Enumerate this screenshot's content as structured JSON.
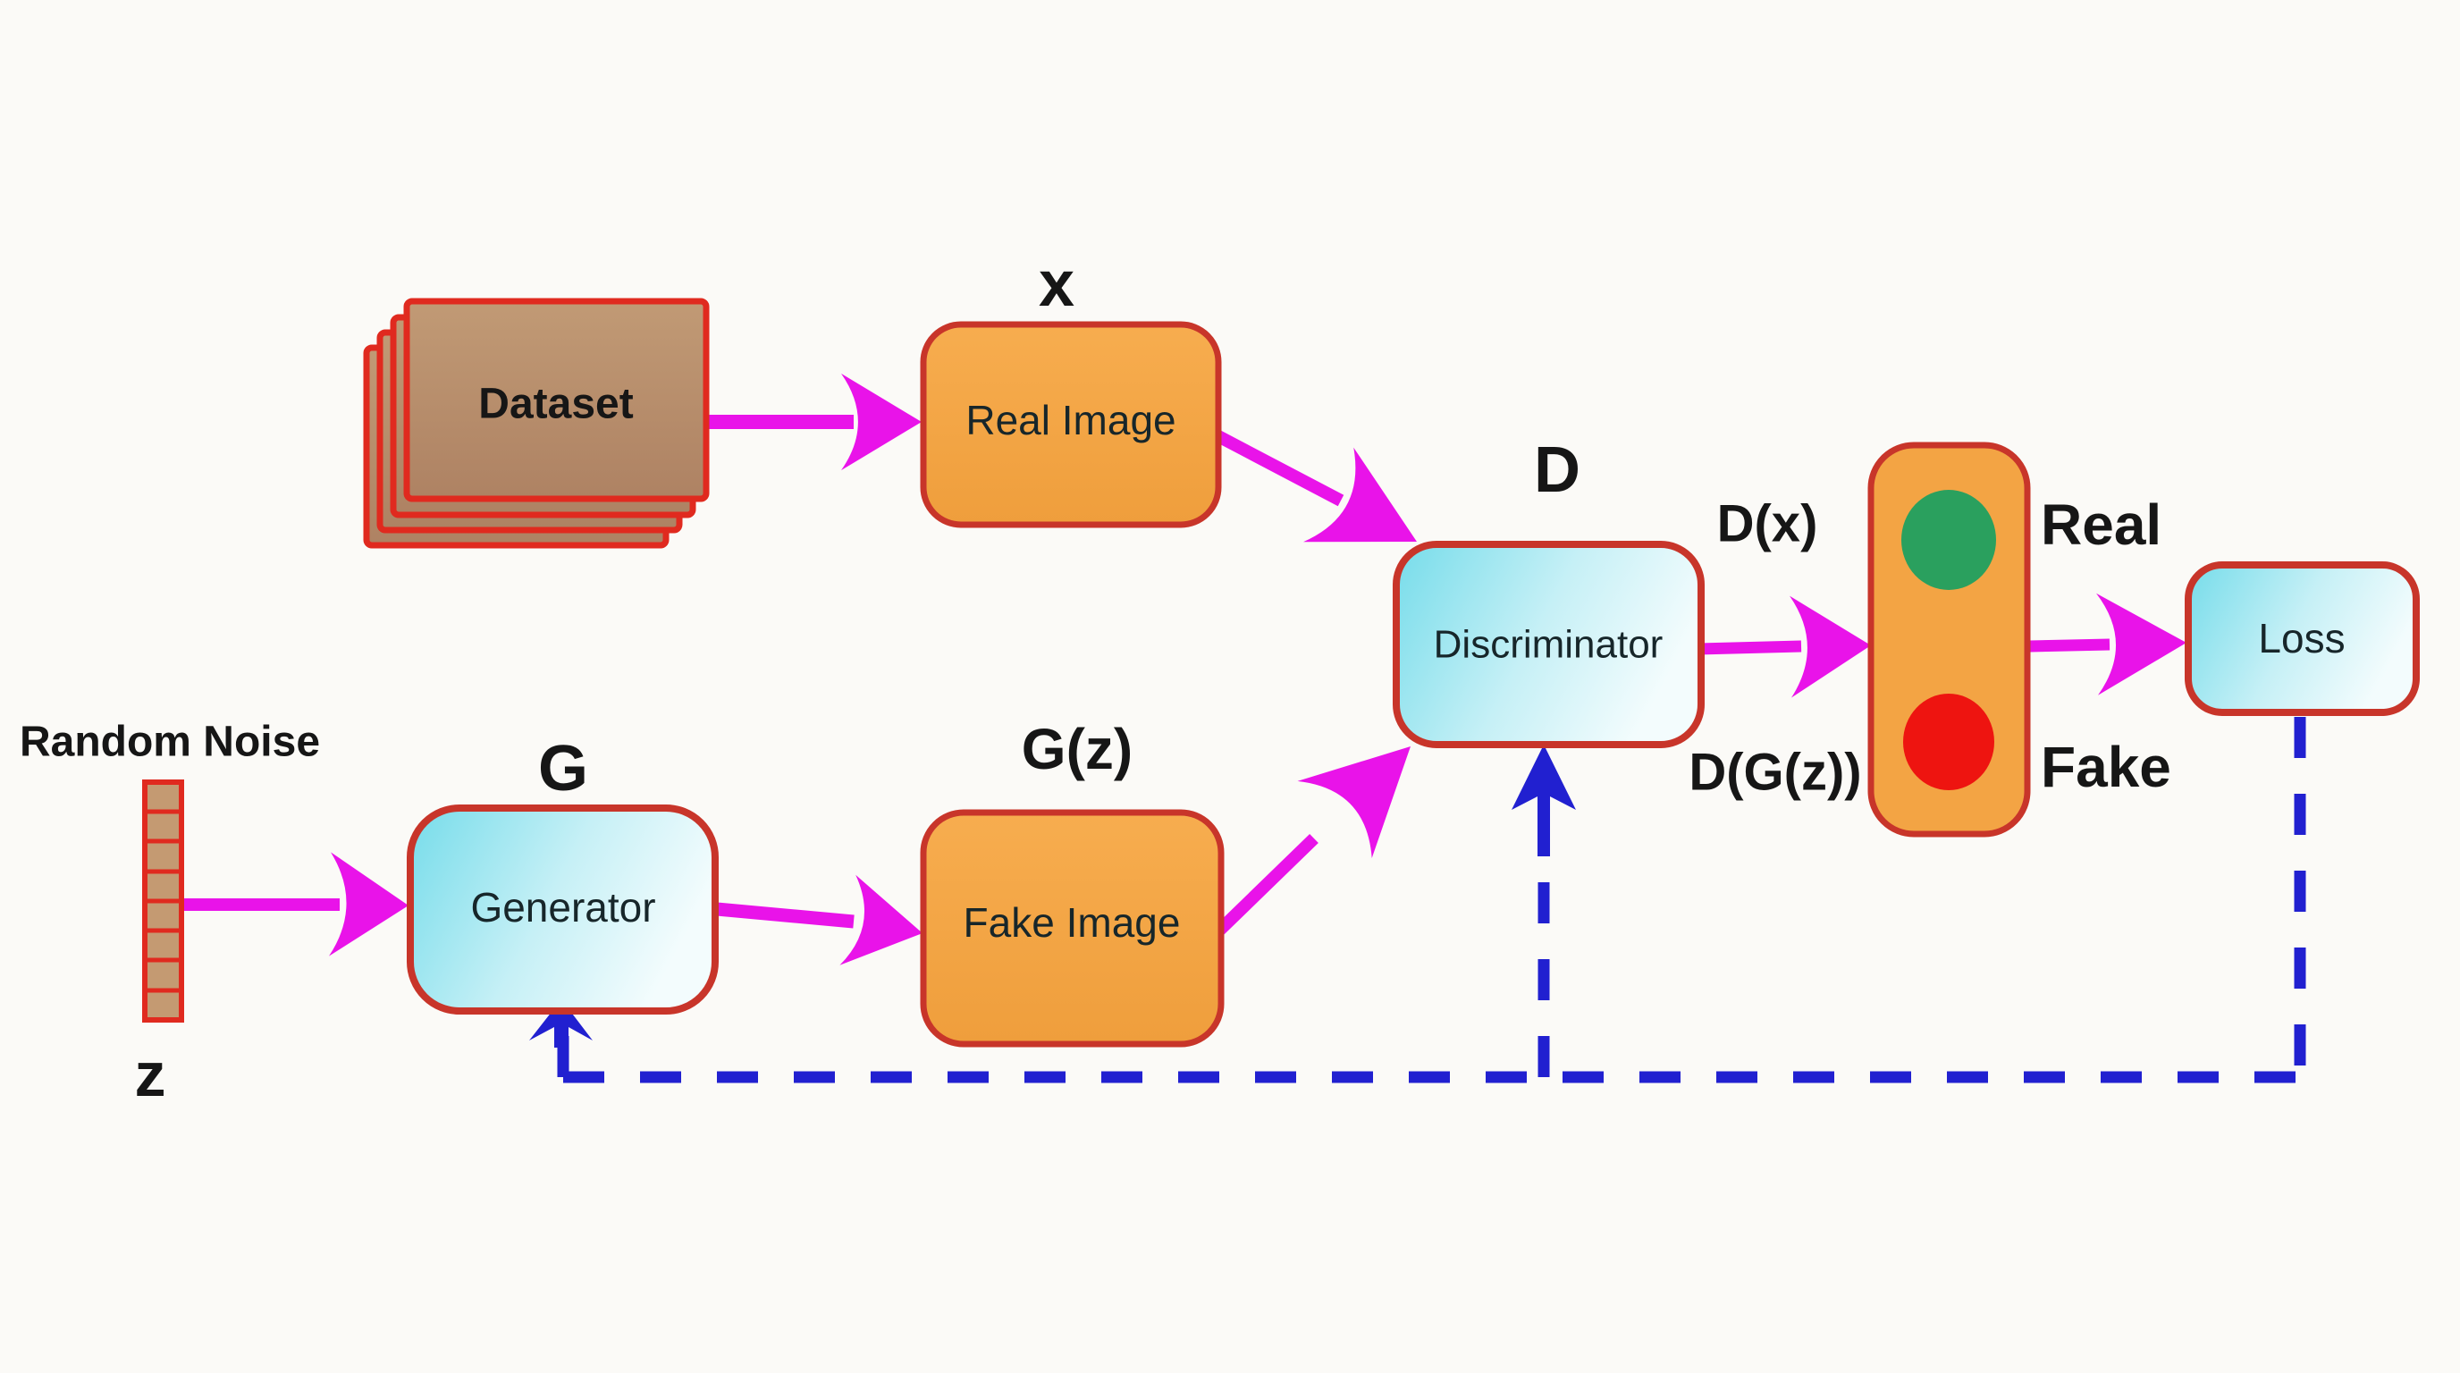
{
  "theme": {
    "bg": "#fbfaf7",
    "magenta": "#e913e9",
    "blue": "#2120d0",
    "boxBorder": "#c8352a",
    "datasetBorder": "#e02a1f",
    "orange": "#f3a444",
    "cyanStart": "#76dcea",
    "cyanMid": "#c6f0f6",
    "cyanEnd": "#f3fcfd",
    "tanStart": "#c19a75",
    "tanEnd": "#ae8263",
    "noiseCell": "#c49a72",
    "greenLight": "#2aa05e",
    "redLight": "#ee1410",
    "text": "#161616",
    "boxText": "#17262a"
  },
  "nodes": {
    "dataset": {
      "label": "Dataset"
    },
    "random_noise": {
      "label": "Random Noise",
      "var_label": "z"
    },
    "real_image": {
      "label": "Real Image",
      "var_label": "x"
    },
    "generator": {
      "label": "Generator",
      "var_label": "G"
    },
    "fake_image": {
      "label": "Fake Image",
      "var_label": "G(z)"
    },
    "discriminator": {
      "label": "Discriminator",
      "var_label": "D",
      "output_real_label": "D(x)",
      "output_fake_label": "D(G(z))"
    },
    "decision": {
      "real_label": "Real",
      "fake_label": "Fake"
    },
    "loss": {
      "label": "Loss"
    }
  }
}
